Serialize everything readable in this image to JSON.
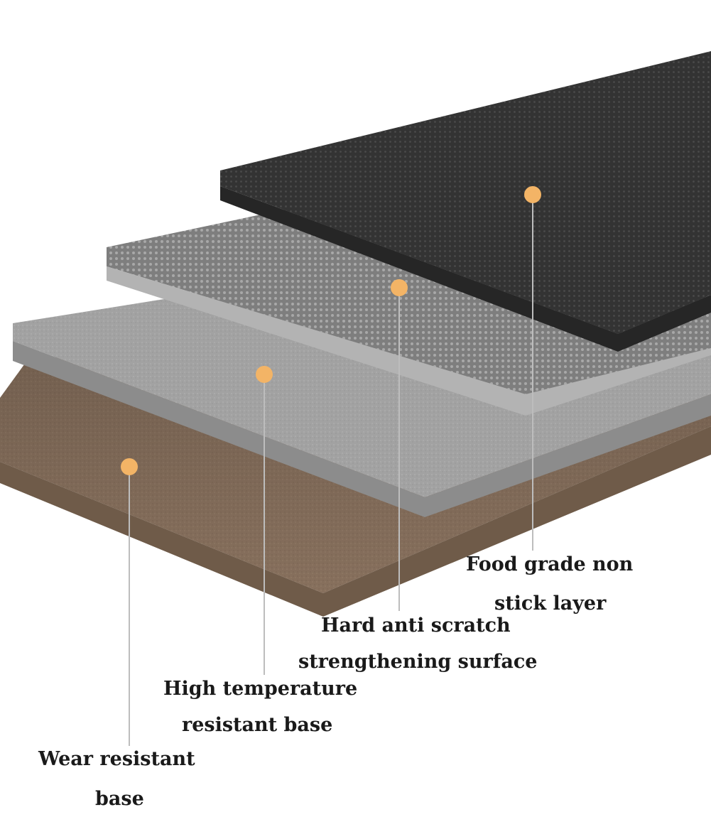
{
  "layers": [
    {
      "id": "non-stick",
      "label_lines": [
        "Food grade non",
        "stick layer"
      ],
      "top_color": "#3a3a3a",
      "side_color": "#2a2a2a"
    },
    {
      "id": "anti-scratch",
      "label_lines": [
        "Hard anti scratch",
        "strengthening surface"
      ],
      "top_color": "#8a8a8a",
      "side_color": "#9c9c9c"
    },
    {
      "id": "high-temp",
      "label_lines": [
        "High temperature",
        "resistant base"
      ],
      "top_color": "#a3a3a3",
      "side_color": "#8e8e8e"
    },
    {
      "id": "wear-resistant",
      "label_lines": [
        "Wear resistant",
        "base"
      ],
      "top_color": "#8b7562",
      "side_color": "#7a6350"
    }
  ],
  "marker_color": "#f3b466",
  "leader_color": "#bdbdbd"
}
